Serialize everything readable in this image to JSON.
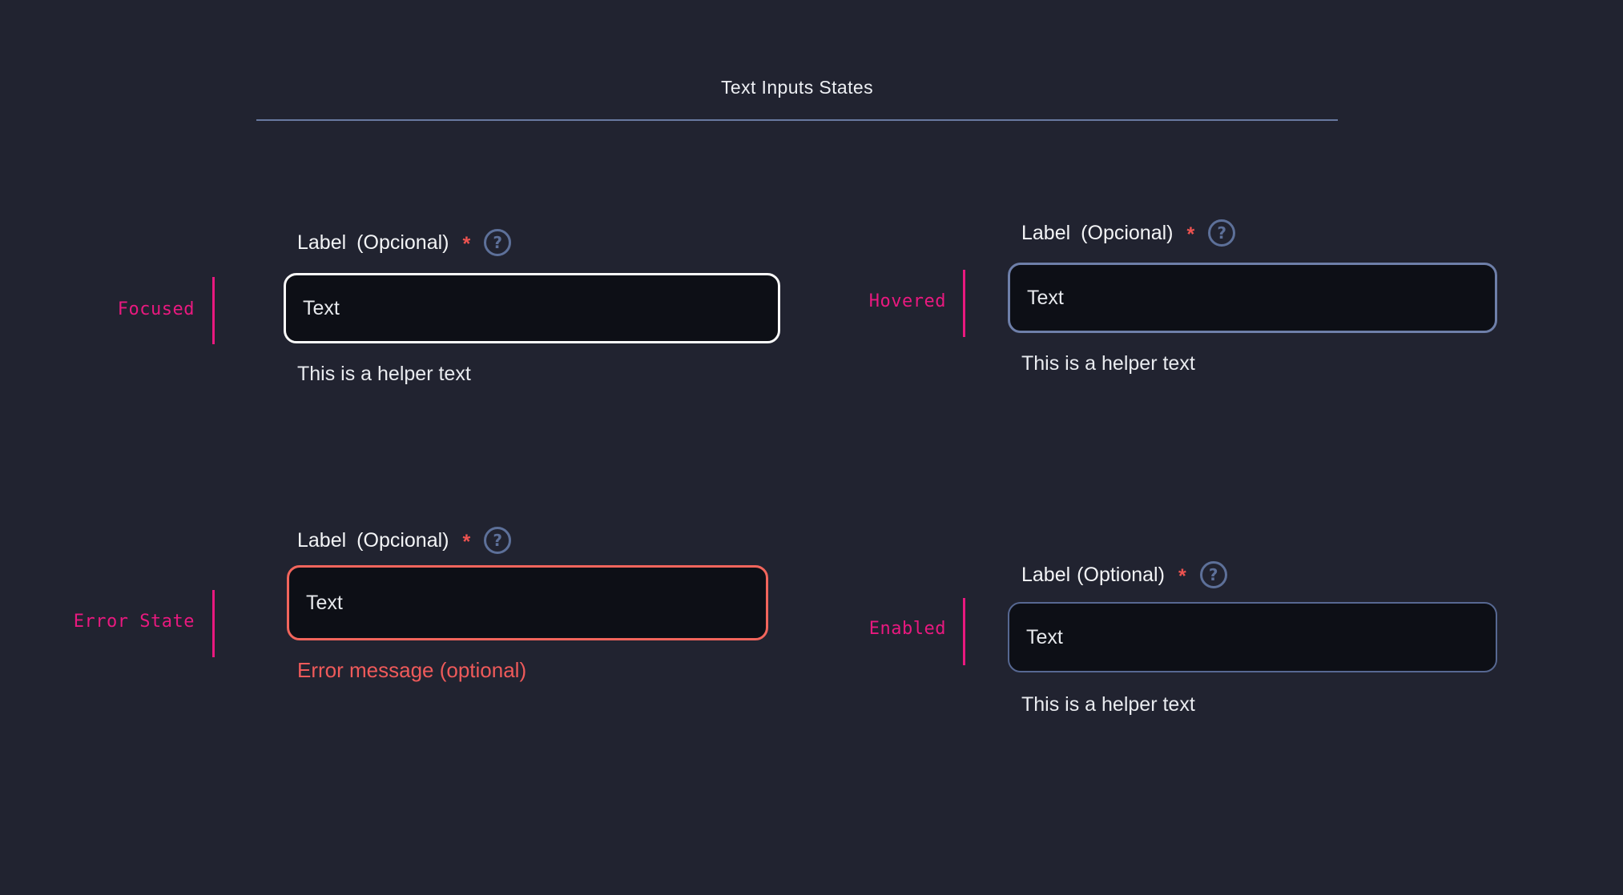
{
  "header": {
    "title": "Text Inputs States"
  },
  "colors": {
    "background": "#212330",
    "accent_pink": "#e9197f",
    "error_red": "#ef5a5a",
    "error_border": "#f2655c",
    "asterisk_red": "#ee5350",
    "periwinkle_rule": "#68799f",
    "hovered_border": "#6e7fa9",
    "enabled_border": "#576892",
    "focused_border": "#fafafa",
    "input_background": "#0d0f16",
    "help_icon_color": "#5d7099"
  },
  "groups": [
    {
      "state": "Focused",
      "label": "Label",
      "label_suffix": "(Opcional)",
      "required_marker": "*",
      "help_glyph": "?",
      "value": "Text",
      "helper": "This is a helper text"
    },
    {
      "state": "Hovered",
      "label": "Label",
      "label_suffix": "(Opcional)",
      "required_marker": "*",
      "help_glyph": "?",
      "value": "Text",
      "helper": "This is a helper text"
    },
    {
      "state": "Error State",
      "label": "Label",
      "label_suffix": "(Opcional)",
      "required_marker": "*",
      "help_glyph": "?",
      "value": "Text",
      "error_message": "Error message (optional)"
    },
    {
      "state": "Enabled",
      "label": "Label",
      "label_suffix": "(Optional)",
      "required_marker": "*",
      "help_glyph": "?",
      "value": "Text",
      "helper": "This is a helper text"
    }
  ]
}
